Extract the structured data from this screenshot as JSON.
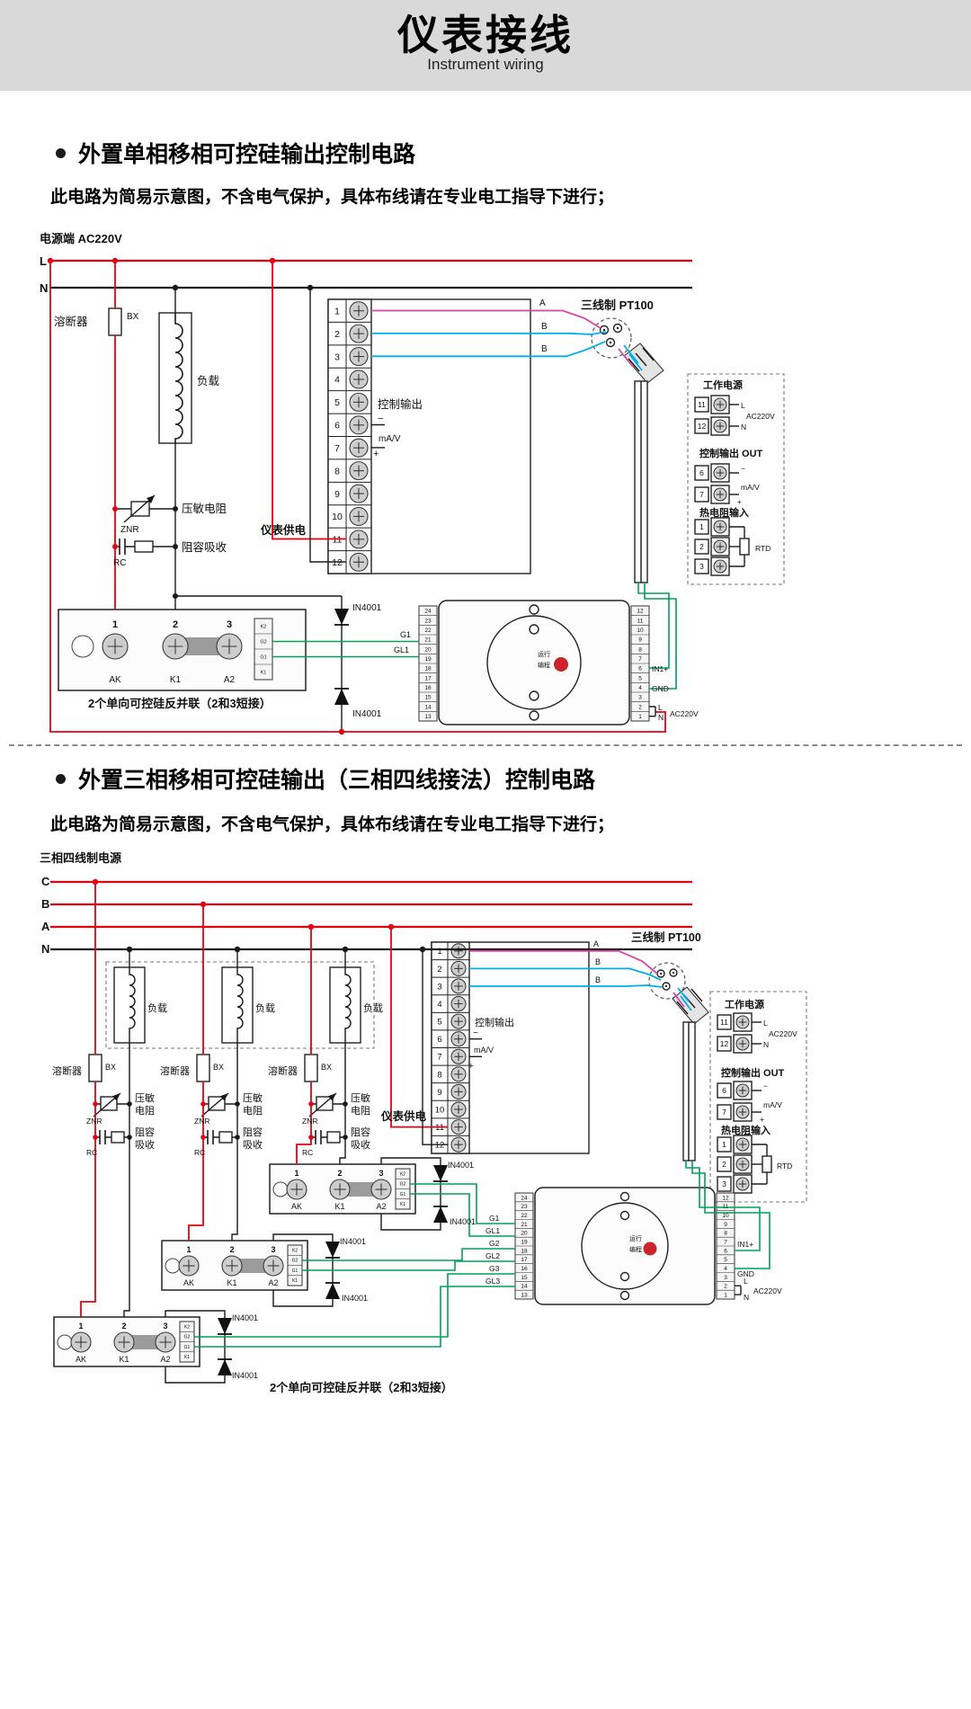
{
  "header": {
    "title": "仪表接线",
    "subtitle": "Instrument wiring"
  },
  "colors": {
    "header_bg": "#d9d9d9",
    "wire_red": "#e60012",
    "wire_green": "#00a05a",
    "wire_cyan": "#00aeef",
    "wire_magenta": "#d944a7",
    "line": "#1a1a1a",
    "bullet": "#1a1a1a"
  },
  "common": {
    "note": "此电路为简易示意图，不含电气保护，具体布线请在专业电工指导下进行；",
    "fuse": "溶断器",
    "fuse_code": "BX",
    "load": "负载",
    "varistor": "压敏电阻",
    "varistor_line1": "压敏",
    "varistor_line2": "电阻",
    "varistor_code": "ZNR",
    "rc": "阻容吸收",
    "rc_line1": "阻容",
    "rc_line2": "吸收",
    "rc_code": "RC",
    "ctrl_output": "控制输出",
    "minus": "−",
    "plus": "+",
    "mav": "mA/V",
    "meter_supply": "仪表供电",
    "pt100": "三线制 PT100",
    "wire_a": "A",
    "wire_b": "B",
    "diode": "IN4001",
    "module_note": "2个单向可控硅反并联（2和3短接）",
    "terminal_numbers": [
      "1",
      "2",
      "3",
      "4",
      "5",
      "6",
      "7",
      "8",
      "9",
      "10",
      "11",
      "12"
    ],
    "module": {
      "n1": "1",
      "n2": "2",
      "n3": "3",
      "ak": "AK",
      "k1": "K1",
      "a2": "A2",
      "strip": [
        "K2",
        "G2",
        "G1",
        "K1"
      ]
    },
    "gates": {
      "g1": "G1",
      "gl1": "GL1",
      "g2": "G2",
      "gl2": "GL2",
      "g3": "G3",
      "gl3": "GL3"
    },
    "trigger": {
      "left_nums": [
        "24",
        "23",
        "22",
        "21",
        "20",
        "19",
        "18",
        "17",
        "16",
        "15",
        "14",
        "13"
      ],
      "right_nums": [
        "12",
        "11",
        "10",
        "9",
        "8",
        "7",
        "6",
        "5",
        "4",
        "3",
        "2",
        "1"
      ],
      "run": "运行",
      "prog": "编程",
      "in1": "IN1+",
      "gnd": "GND",
      "ac": "AC220V",
      "l": "L",
      "n": "N"
    },
    "panel": {
      "work_power": "工作电源",
      "t11": "11",
      "t12": "12",
      "l": "L",
      "n": "N",
      "ac": "AC220V",
      "ctrl_out": "控制输出 OUT",
      "t6": "6",
      "t7": "7",
      "minus": "−",
      "plus": "+",
      "mav": "mA/V",
      "rtd_in": "热电阻输入",
      "t1": "1",
      "t2": "2",
      "t3": "3",
      "rtd": "RTD"
    }
  },
  "s1": {
    "title": "外置单相移相可控硅输出控制电路",
    "power": "电源端 AC220V",
    "l": "L",
    "n": "N"
  },
  "s2": {
    "title": "外置三相移相可控硅输出（三相四线接法）控制电路",
    "power": "三相四线制电源",
    "c": "C",
    "b": "B",
    "a": "A",
    "n": "N"
  }
}
